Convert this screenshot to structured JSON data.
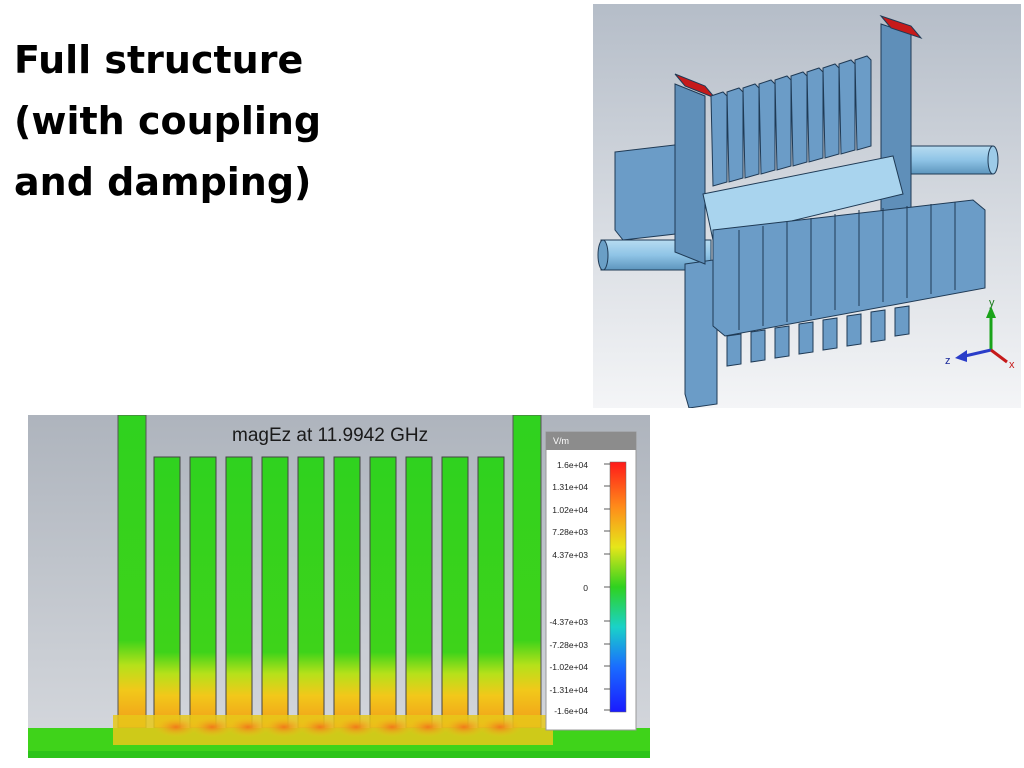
{
  "slide": {
    "title_lines": [
      "Full structure",
      "(with coupling",
      "and damping)"
    ]
  },
  "render3d": {
    "axis_y": "y",
    "axis_z": "z",
    "axis_x": "x",
    "colors": {
      "body": "#6b9cc7",
      "edge": "#1f3a55",
      "ports": "#c61a1a",
      "pipe": "#8fc4e6"
    }
  },
  "field_plot": {
    "title": "magEz at 11.9942 GHz",
    "colorbar": {
      "unit": "V/m",
      "ticks": [
        "1.6e+04",
        "1.31e+04",
        "1.02e+04",
        "7.28e+03",
        "4.37e+03",
        "0",
        "-4.37e+03",
        "-7.28e+03",
        "-1.02e+04",
        "-1.31e+04",
        "-1.6e+04"
      ]
    }
  }
}
